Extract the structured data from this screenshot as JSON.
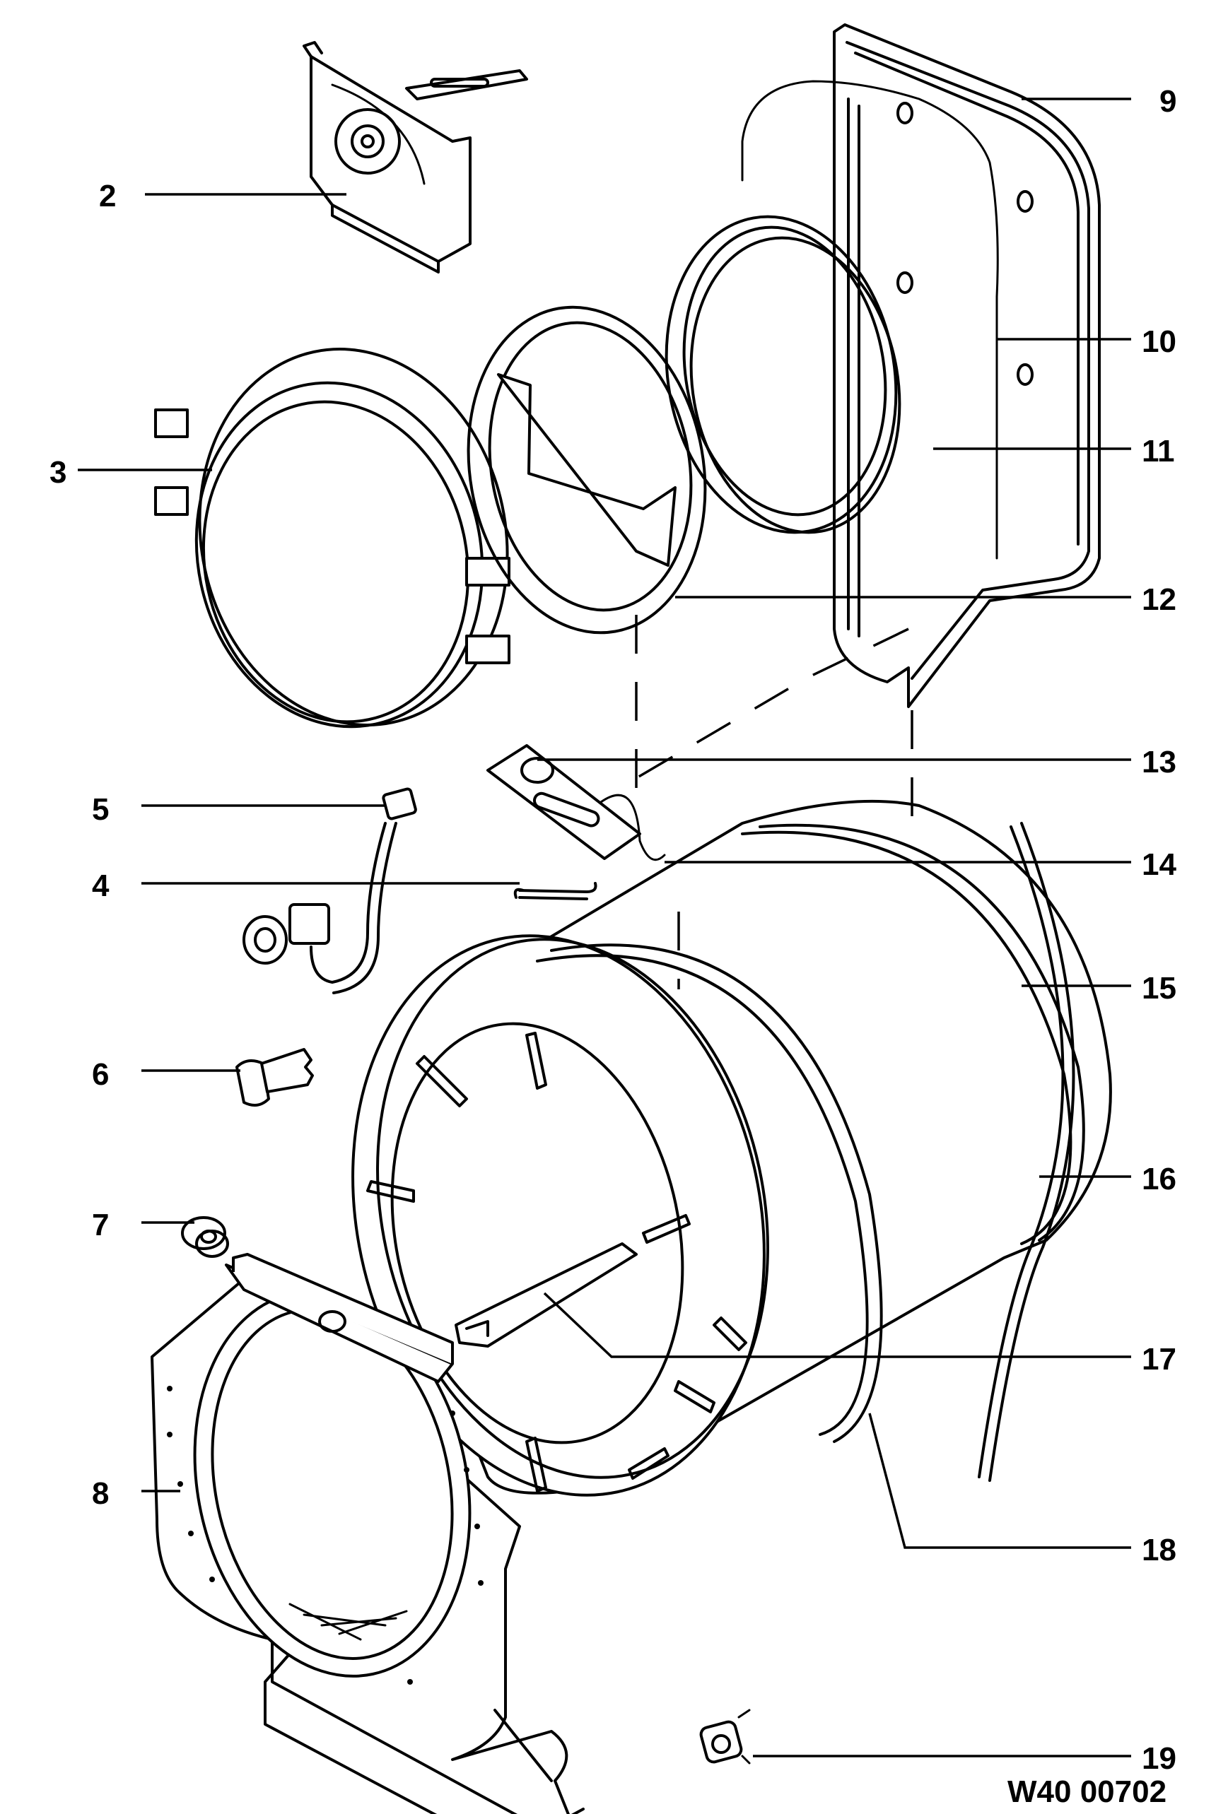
{
  "callouts": {
    "c2": "2",
    "c3": "3",
    "c4": "4",
    "c5": "5",
    "c6": "6",
    "c7": "7",
    "c8": "8",
    "c9": "9",
    "c10": "10",
    "c11": "11",
    "c12": "12",
    "c13": "13",
    "c14": "14",
    "c15": "15",
    "c16": "16",
    "c17": "17",
    "c18": "18",
    "c19": "19"
  },
  "drawing_code": "W40 00702"
}
